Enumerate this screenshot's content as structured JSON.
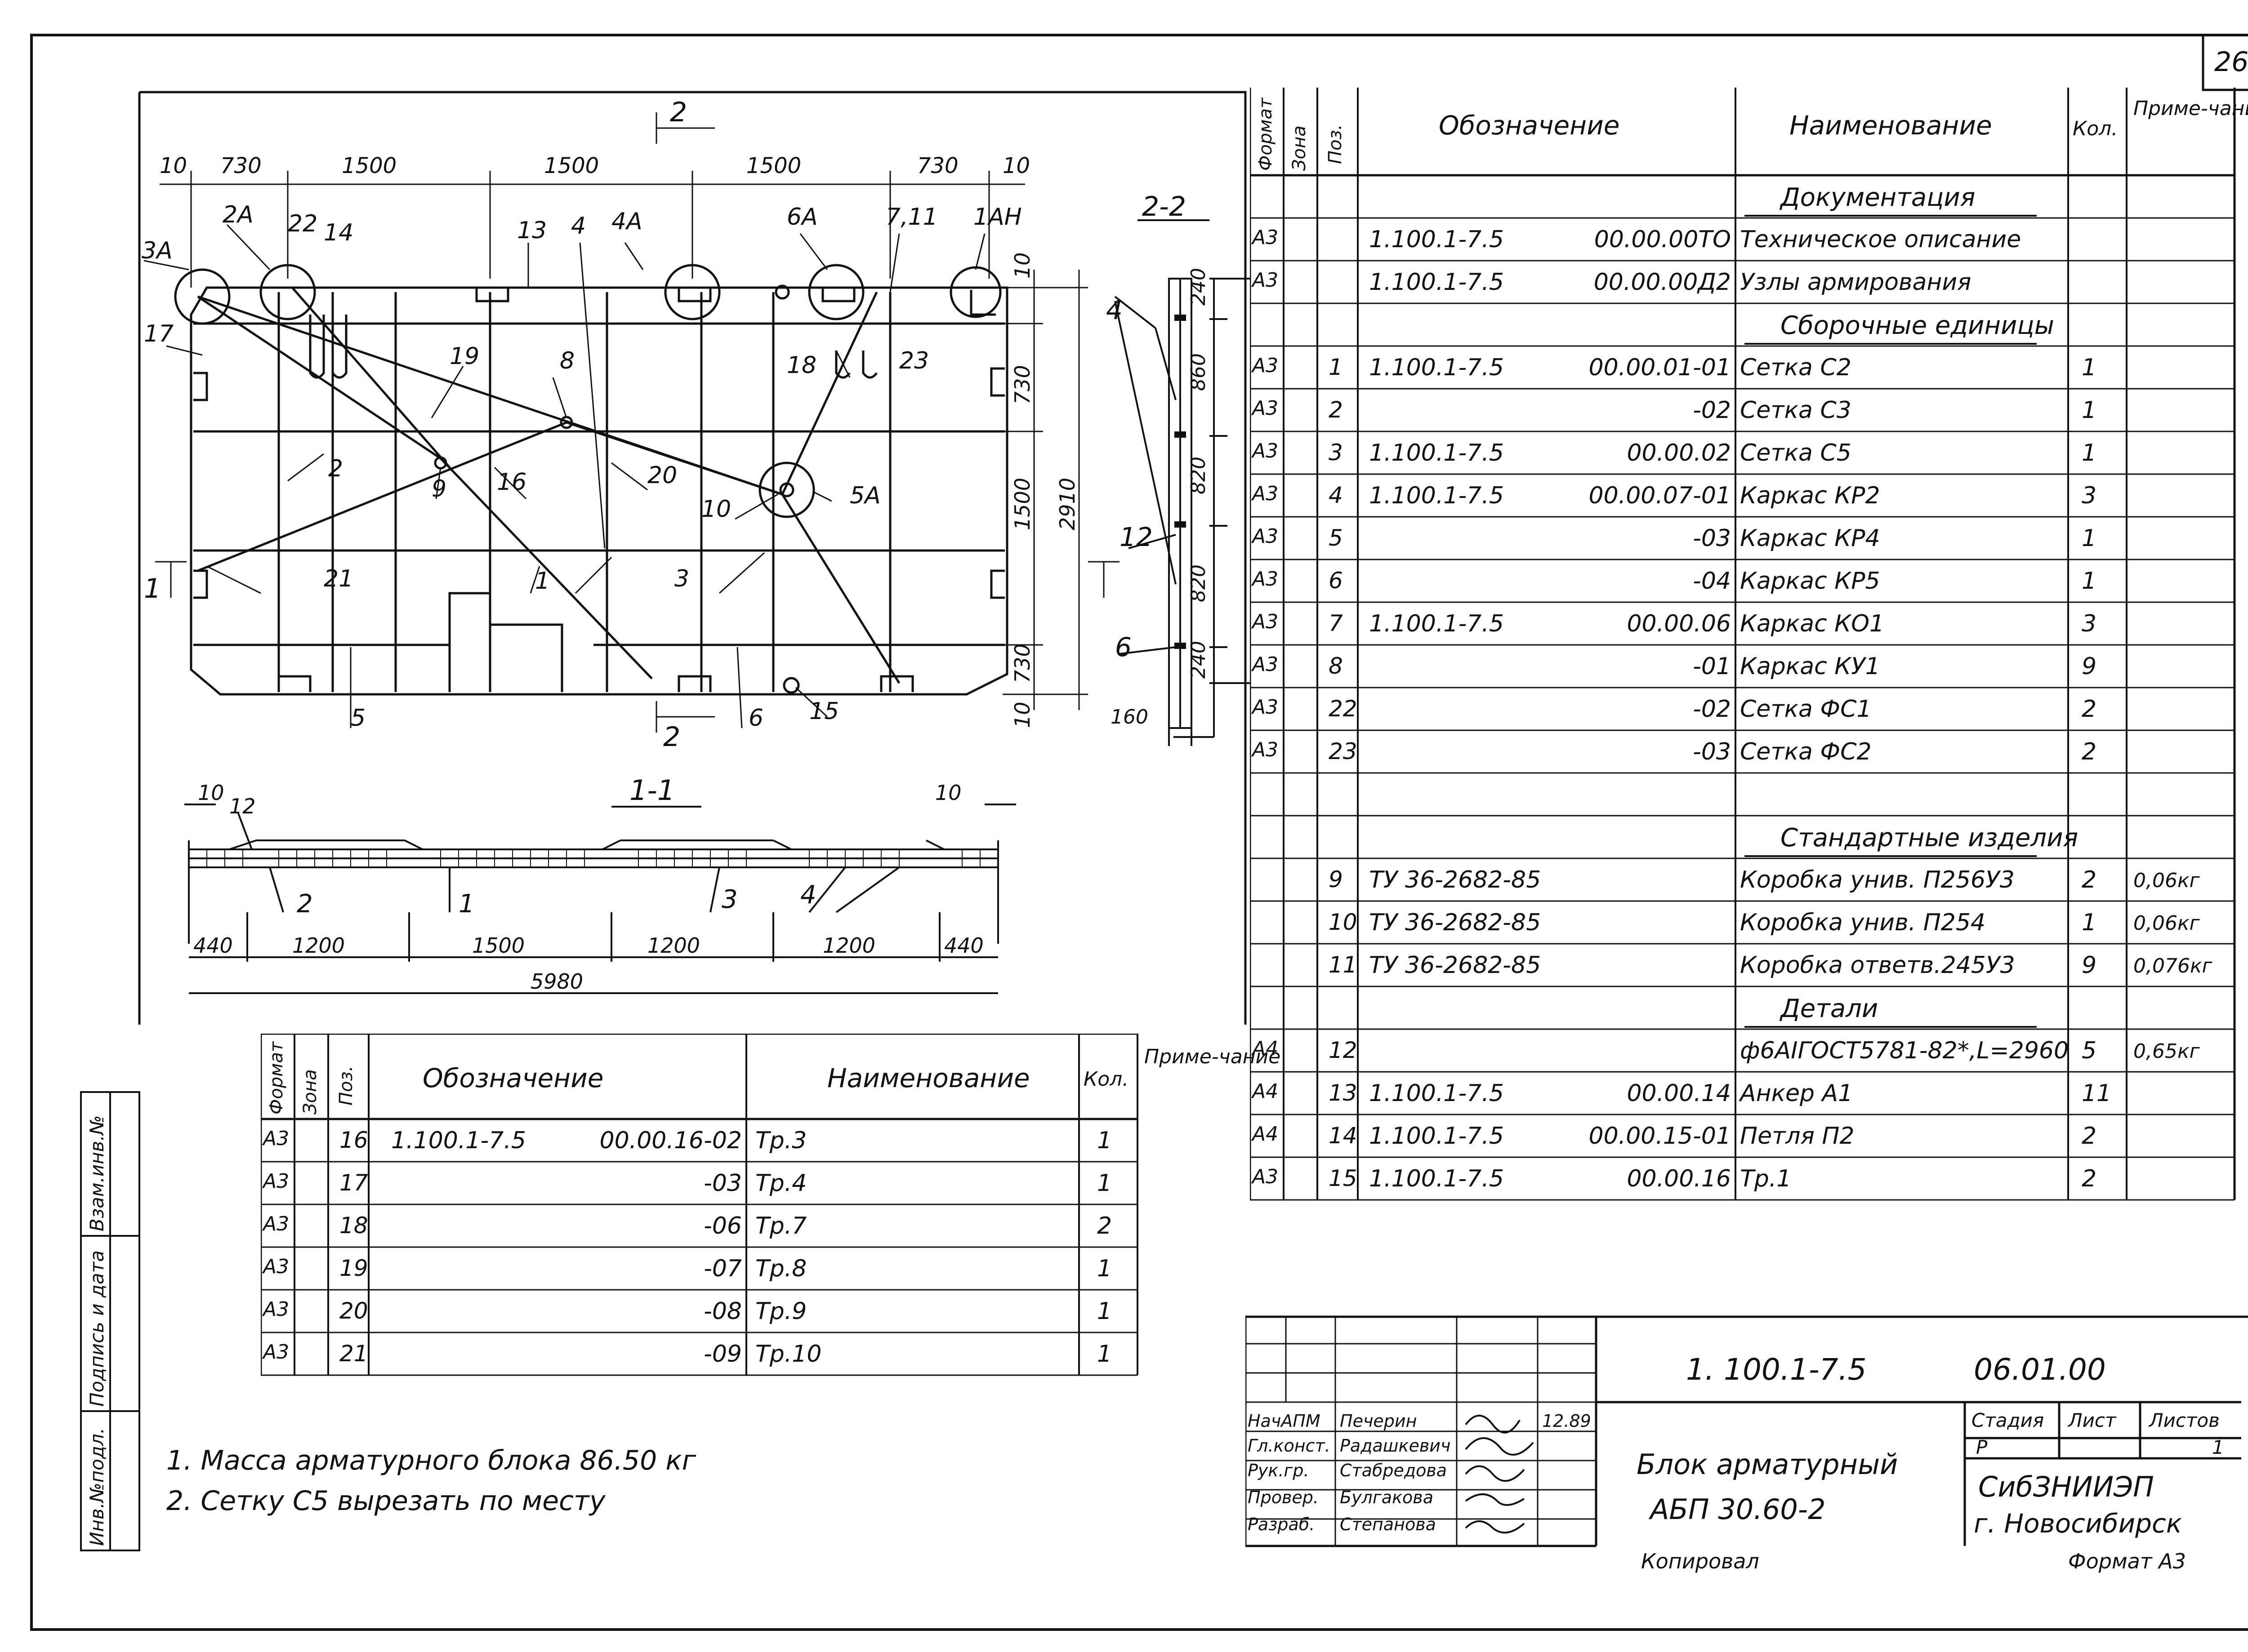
{
  "sheet": {
    "page_number": "26",
    "format": "Формат А3",
    "copied": "Копировал"
  },
  "drawing": {
    "section_top_mark": "2",
    "section_bottom_mark": "2",
    "section_left_mark": "1",
    "section_22_title": "2-2",
    "section_11_title": "1-1",
    "top_dims": [
      "10",
      "730",
      "1500",
      "1500",
      "1500",
      "730",
      "10"
    ],
    "right_dims": [
      "10",
      "730",
      "1500",
      "730",
      "10",
      "2910"
    ],
    "sec22_dims": [
      "240",
      "860",
      "820",
      "820",
      "240",
      "160"
    ],
    "sec11_bottom_dims": [
      "440",
      "1200",
      "1500",
      "1200",
      "1200",
      "440"
    ],
    "sec11_total": "5980",
    "sec11_top_dims": [
      "10",
      "10"
    ],
    "callouts_plan": [
      "3А",
      "2А",
      "22",
      "14",
      "13",
      "4",
      "4А",
      "6А",
      "7,11",
      "1АН",
      "17",
      "19",
      "8",
      "18",
      "23",
      "2",
      "9",
      "16",
      "20",
      "10",
      "5А",
      "21",
      "1",
      "3",
      "5",
      "6",
      "15"
    ],
    "callouts_sec22": [
      "4",
      "12",
      "6"
    ],
    "callouts_sec11": [
      "12",
      "2",
      "1",
      "3",
      "4"
    ]
  },
  "spec_main": {
    "headers": {
      "format": "Формат",
      "zone": "Зона",
      "pos": "Поз.",
      "designation": "Обозначение",
      "name": "Наименование",
      "qty": "Кол.",
      "note": "Приме-чание"
    },
    "rows": [
      {
        "type": "section",
        "name": "Документация"
      },
      {
        "format": "А3",
        "pos": "",
        "des1": "1.100.1-7.5",
        "des2": "00.00.00ТО",
        "name": "Техническое описание",
        "qty": "",
        "note": ""
      },
      {
        "format": "А3",
        "pos": "",
        "des1": "1.100.1-7.5",
        "des2": "00.00.00Д2",
        "name": "Узлы армирования",
        "qty": "",
        "note": ""
      },
      {
        "type": "section",
        "name": "Сборочные единицы"
      },
      {
        "format": "А3",
        "pos": "1",
        "des1": "1.100.1-7.5",
        "des2": "00.00.01-01",
        "name": "Сетка С2",
        "qty": "1",
        "note": ""
      },
      {
        "format": "А3",
        "pos": "2",
        "des1": "",
        "des2": "-02",
        "name": "Сетка С3",
        "qty": "1",
        "note": ""
      },
      {
        "format": "А3",
        "pos": "3",
        "des1": "1.100.1-7.5",
        "des2": "00.00.02",
        "name": "Сетка С5",
        "qty": "1",
        "note": ""
      },
      {
        "format": "А3",
        "pos": "4",
        "des1": "1.100.1-7.5",
        "des2": "00.00.07-01",
        "name": "Каркас КР2",
        "qty": "3",
        "note": ""
      },
      {
        "format": "А3",
        "pos": "5",
        "des1": "",
        "des2": "-03",
        "name": "Каркас КР4",
        "qty": "1",
        "note": ""
      },
      {
        "format": "А3",
        "pos": "6",
        "des1": "",
        "des2": "-04",
        "name": "Каркас КР5",
        "qty": "1",
        "note": ""
      },
      {
        "format": "А3",
        "pos": "7",
        "des1": "1.100.1-7.5",
        "des2": "00.00.06",
        "name": "Каркас КО1",
        "qty": "3",
        "note": ""
      },
      {
        "format": "А3",
        "pos": "8",
        "des1": "",
        "des2": "-01",
        "name": "Каркас КУ1",
        "qty": "9",
        "note": ""
      },
      {
        "format": "А3",
        "pos": "22",
        "des1": "",
        "des2": "-02",
        "name": "Сетка ФС1",
        "qty": "2",
        "note": ""
      },
      {
        "format": "А3",
        "pos": "23",
        "des1": "",
        "des2": "-03",
        "name": "Сетка ФС2",
        "qty": "2",
        "note": ""
      },
      {
        "type": "blank"
      },
      {
        "type": "section",
        "name": "Стандартные изделия"
      },
      {
        "format": "",
        "pos": "9",
        "des1": "ТУ 36-2682-85",
        "des2": "",
        "name": "Коробка унив. П256У3",
        "qty": "2",
        "note": "0,06кг"
      },
      {
        "format": "",
        "pos": "10",
        "des1": "ТУ 36-2682-85",
        "des2": "",
        "name": "Коробка унив. П254",
        "qty": "1",
        "note": "0,06кг"
      },
      {
        "format": "",
        "pos": "11",
        "des1": "ТУ 36-2682-85",
        "des2": "",
        "name": "Коробка ответв.245У3",
        "qty": "9",
        "note": "0,076кг"
      },
      {
        "type": "section",
        "name": "Детали"
      },
      {
        "format": "А4",
        "pos": "12",
        "des1": "",
        "des2": "",
        "name": "ф6АIГОСТ5781-82*,L=2960",
        "qty": "5",
        "note": "0,65кг"
      },
      {
        "format": "А4",
        "pos": "13",
        "des1": "1.100.1-7.5",
        "des2": "00.00.14",
        "name": "Анкер А1",
        "qty": "11",
        "note": ""
      },
      {
        "format": "А4",
        "pos": "14",
        "des1": "1.100.1-7.5",
        "des2": "00.00.15-01",
        "name": "Петля П2",
        "qty": "2",
        "note": ""
      },
      {
        "format": "А3",
        "pos": "15",
        "des1": "1.100.1-7.5",
        "des2": "00.00.16",
        "name": "Тр.1",
        "qty": "2",
        "note": ""
      }
    ]
  },
  "spec_small": {
    "headers": {
      "format": "Формат",
      "zone": "Зона",
      "pos": "Поз.",
      "designation": "Обозначение",
      "name": "Наименование",
      "qty": "Кол.",
      "note": "Приме-чание"
    },
    "rows": [
      {
        "format": "А3",
        "pos": "16",
        "des1": "1.100.1-7.5",
        "des2": "00.00.16-02",
        "name": "Тр.3",
        "qty": "1"
      },
      {
        "format": "А3",
        "pos": "17",
        "des1": "",
        "des2": "-03",
        "name": "Тр.4",
        "qty": "1"
      },
      {
        "format": "А3",
        "pos": "18",
        "des1": "",
        "des2": "-06",
        "name": "Тр.7",
        "qty": "2"
      },
      {
        "format": "А3",
        "pos": "19",
        "des1": "",
        "des2": "-07",
        "name": "Тр.8",
        "qty": "1"
      },
      {
        "format": "А3",
        "pos": "20",
        "des1": "",
        "des2": "-08",
        "name": "Тр.9",
        "qty": "1"
      },
      {
        "format": "А3",
        "pos": "21",
        "des1": "",
        "des2": "-09",
        "name": "Тр.10",
        "qty": "1"
      }
    ]
  },
  "notes": [
    "1. Масса арматурного блока    86.50 кг",
    "2. Сетку С5 вырезать по месту"
  ],
  "side_stamp": [
    "Инв.№подл.",
    "Подпись и дата",
    "Взам.инв.№"
  ],
  "title_block": {
    "code": "1. 100.1-7.5",
    "code2": "06.01.00",
    "name_line1": "Блок арматурный",
    "name_line2": "АБП 30.60-2",
    "org_line1": "СибЗНИИЭП",
    "org_line2": "г. Новосибирск",
    "stage_label": "Стадия",
    "sheet_label": "Лист",
    "sheets_label": "Листов",
    "stage": "Р",
    "sheets": "1",
    "date": "12.89",
    "signers": [
      {
        "role": "НачАПМ",
        "name": "Печерин"
      },
      {
        "role": "Гл.конст.",
        "name": "Радашкевич"
      },
      {
        "role": "Рук.гр.",
        "name": "Стабредова"
      },
      {
        "role": "Провер.",
        "name": "Булгакова"
      },
      {
        "role": "Разраб.",
        "name": "Степанова"
      }
    ]
  }
}
